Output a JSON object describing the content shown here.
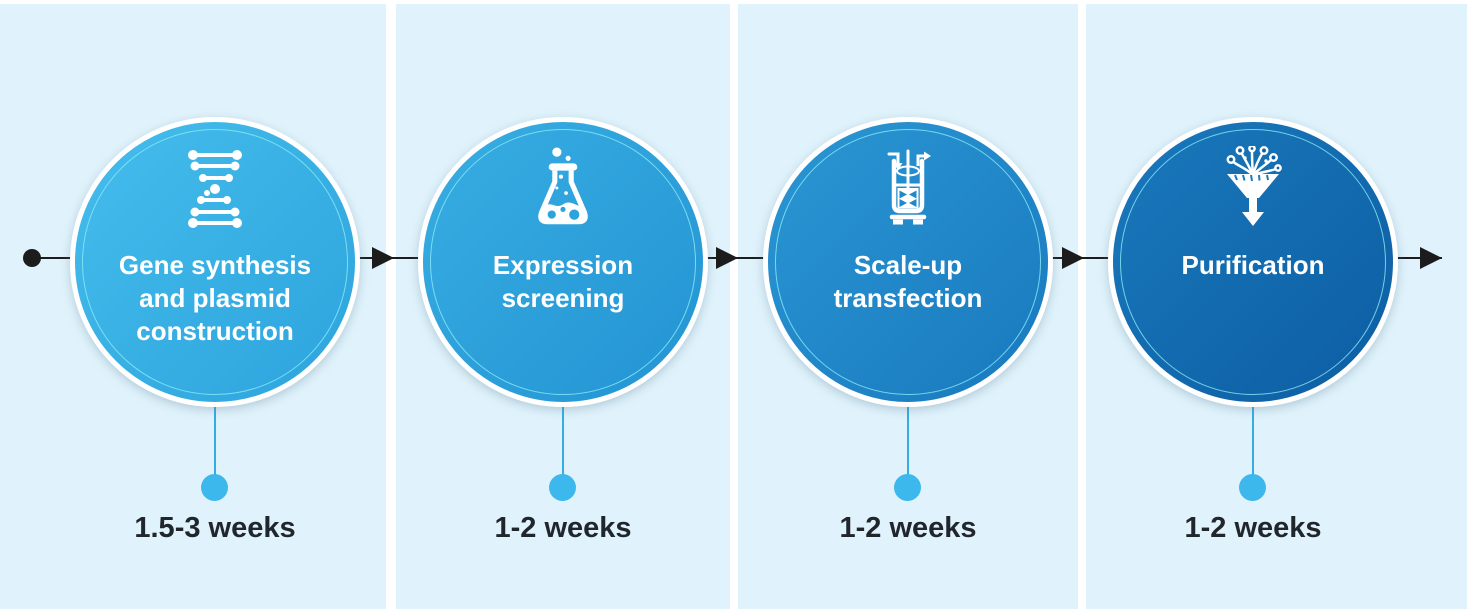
{
  "diagram": {
    "type": "process-timeline",
    "stages": [
      {
        "label": "Gene synthesis and plasmid construction",
        "duration": "1.5-3 weeks",
        "icon": "dna-icon"
      },
      {
        "label": "Expression screening",
        "duration": "1-2 weeks",
        "icon": "flask-icon"
      },
      {
        "label": "Scale-up transfection",
        "duration": "1-2 weeks",
        "icon": "bioreactor-icon"
      },
      {
        "label": "Purification",
        "duration": "1-2 weeks",
        "icon": "funnel-icon"
      }
    ],
    "colors": {
      "panel_background": "#e0f3fc",
      "page_background": "#ffffff",
      "flow_connector": "#1c1c1c",
      "drop_line": "#35ade2",
      "drop_dot": "#3cb8ec",
      "duration_text": "#20262b",
      "stage_text": "#ffffff",
      "stage_fills": [
        "#38b0e5",
        "#2ba3dc",
        "#1e88c9",
        "#1169ae"
      ],
      "inner_ring": "#8cebf8"
    }
  }
}
